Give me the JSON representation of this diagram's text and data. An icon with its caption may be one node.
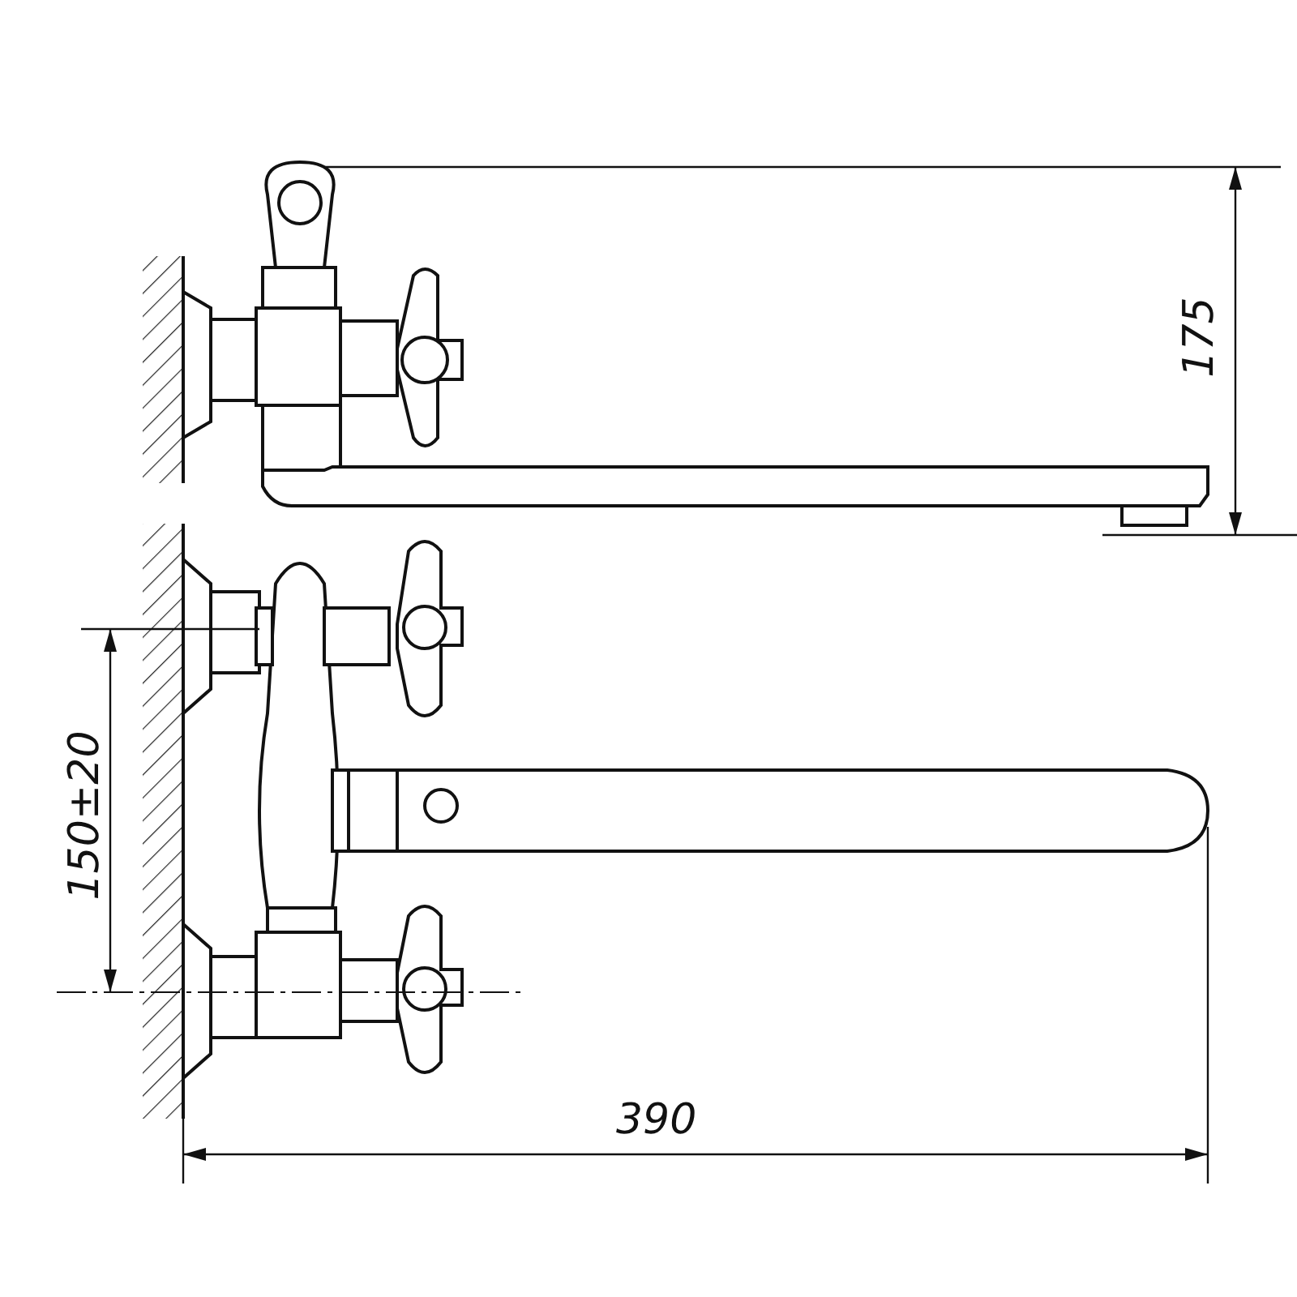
{
  "diagram": {
    "labels": [
      "175",
      "150±20",
      "390"
    ]
  }
}
